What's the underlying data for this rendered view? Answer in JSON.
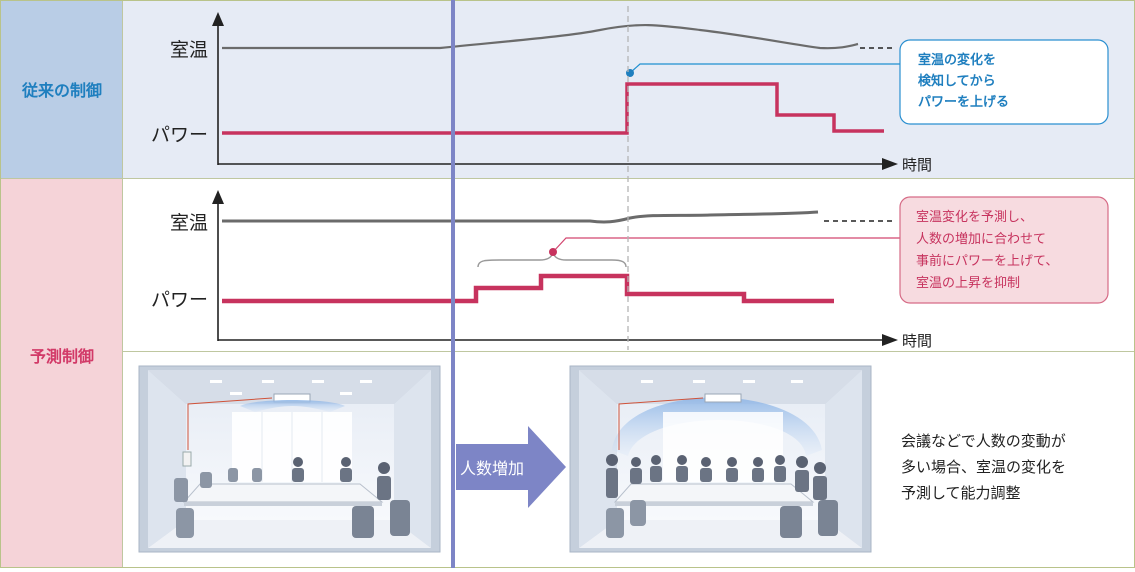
{
  "rows": {
    "conventional": {
      "label": "従来の制御",
      "color": "#1f7fbf"
    },
    "predictive": {
      "label": "予測制御",
      "color": "#d23a68"
    }
  },
  "axis": {
    "temp_label": "室温",
    "power_label": "パワー",
    "time_label": "時間"
  },
  "callout_top": {
    "lines": [
      "室温の変化を",
      "検知してから",
      "パワーを上げる"
    ],
    "color": "#1f7fbf"
  },
  "callout_bottom": {
    "lines": [
      "室温変化を予測し、",
      "人数の増加に合わせて",
      "事前にパワーを上げて、",
      "室温の上昇を抑制"
    ],
    "color": "#c7335e"
  },
  "arrow_label": "人数増加",
  "description": {
    "lines": [
      "会議などで人数の変動が",
      "多い場合、室温の変化を",
      "予測して能力調整"
    ]
  },
  "colors": {
    "power_line": "#c7335e",
    "temp_line": "#6b6b6b",
    "top_bg": "#e6ebf5",
    "top_label_bg": "#b9cde6",
    "bottom_label_bg": "#f5d3d8",
    "arrow": "#7d85c6"
  }
}
